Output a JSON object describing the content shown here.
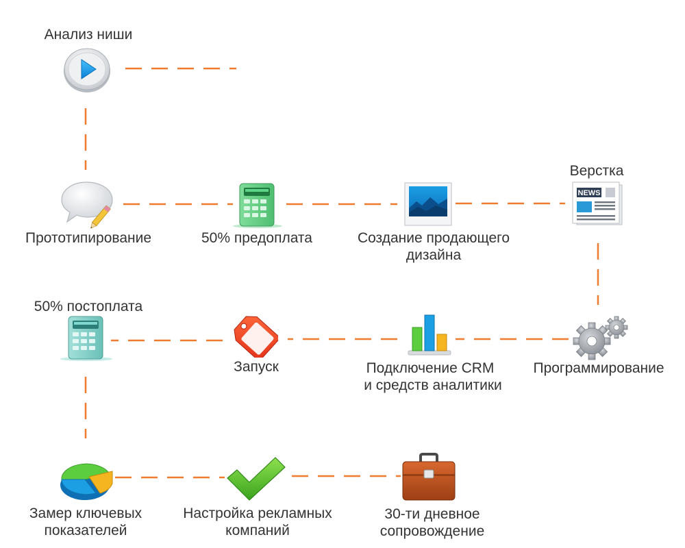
{
  "steps": {
    "niche_analysis": {
      "label": "Анализ ниши",
      "icon": "play-icon"
    },
    "prototyping": {
      "label": "Прототипирование",
      "icon": "speech-bubble-pencil-icon"
    },
    "prepayment": {
      "label": "50% предоплата",
      "icon": "calculator-icon"
    },
    "design": {
      "label_line1": "Создание продающего",
      "label_line2": "дизайна",
      "icon": "picture-icon"
    },
    "layout": {
      "label": "Верстка",
      "icon": "newspaper-icon"
    },
    "programming": {
      "label": "Программирование",
      "icon": "gears-icon"
    },
    "crm": {
      "label_line1": "Подключение CRM",
      "label_line2": "и средств аналитики",
      "icon": "bar-chart-icon"
    },
    "launch": {
      "label": "Запуск",
      "icon": "tag-icon"
    },
    "postpayment": {
      "label": "50% постоплата",
      "icon": "calculator-icon"
    },
    "metrics": {
      "label_line1": "Замер ключевых",
      "label_line2": "показателей",
      "icon": "pie-chart-icon"
    },
    "ads_setup": {
      "label_line1": "Настройка рекламных",
      "label_line2": "компаний",
      "icon": "checkmark-icon"
    },
    "support": {
      "label_line1": "30-ти дневное",
      "label_line2": "сопровождение",
      "icon": "briefcase-icon"
    }
  },
  "colors": {
    "connector": "#f07a2e",
    "text": "#333333"
  }
}
